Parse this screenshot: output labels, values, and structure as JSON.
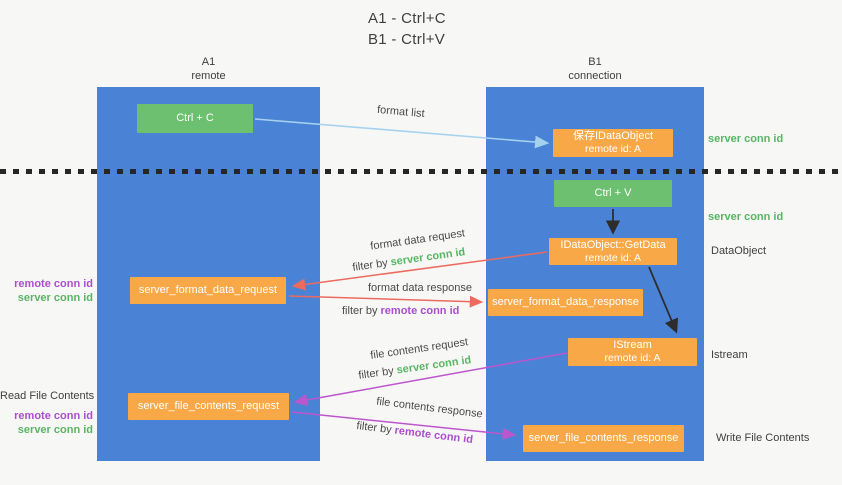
{
  "title": {
    "line1": "A1 - Ctrl+C",
    "line2": "B1 - Ctrl+V"
  },
  "lanes": {
    "a1": {
      "name": "A1",
      "role": "remote"
    },
    "b1": {
      "name": "B1",
      "role": "connection"
    }
  },
  "nodes": {
    "ctrl_c": {
      "label": "Ctrl + C"
    },
    "ctrl_v": {
      "label": "Ctrl + V"
    },
    "save_dataobject": {
      "line1": "保存IDataObject",
      "line2": "remote id: A"
    },
    "getdata": {
      "line1": "IDataObject::GetData",
      "line2": "remote id: A"
    },
    "istream": {
      "line1": "IStream",
      "line2": "remote id: A"
    },
    "format_request": {
      "label": "server_format_data_request"
    },
    "format_response": {
      "label": "server_format_data_response"
    },
    "file_request": {
      "label": "server_file_contents_request"
    },
    "file_response": {
      "label": "server_file_contents_response"
    }
  },
  "side_labels": {
    "server_conn_id_top": "server conn id",
    "server_conn_id_mid": "server conn id",
    "dataobject": "DataObject",
    "istream": "Istream",
    "write_file_contents": "Write File Contents",
    "read_file_contents": "Read File Contents",
    "remote_conn_id_left1": "remote conn id",
    "server_conn_id_left1": "server conn id",
    "remote_conn_id_left2": "remote conn id",
    "server_conn_id_left2": "server conn id"
  },
  "arrows": {
    "format_list": {
      "label": "format list"
    },
    "format_data_request": {
      "label": "format data request",
      "filter_prefix": "filter by ",
      "filter_key": "server conn id"
    },
    "format_data_response": {
      "label": "format data response",
      "filter_prefix": "filter by ",
      "filter_key": "remote conn id"
    },
    "file_contents_request": {
      "label": "file contents request",
      "filter_prefix": "filter by ",
      "filter_key": "server conn id"
    },
    "file_contents_response": {
      "label": "file contents response",
      "filter_prefix": "filter by ",
      "filter_key": "remote conn id"
    }
  },
  "colors": {
    "lane_blue": "#4a83d6",
    "box_green": "#6ec071",
    "box_orange": "#f8a846",
    "green_text": "#58b663",
    "purple_text": "#ab4ecf",
    "red_arrow": "#ed6a5e",
    "magenta_arrow": "#bd55cc",
    "blue_arrow": "#a6d2ef",
    "black_arrow": "#2d2d2d"
  }
}
